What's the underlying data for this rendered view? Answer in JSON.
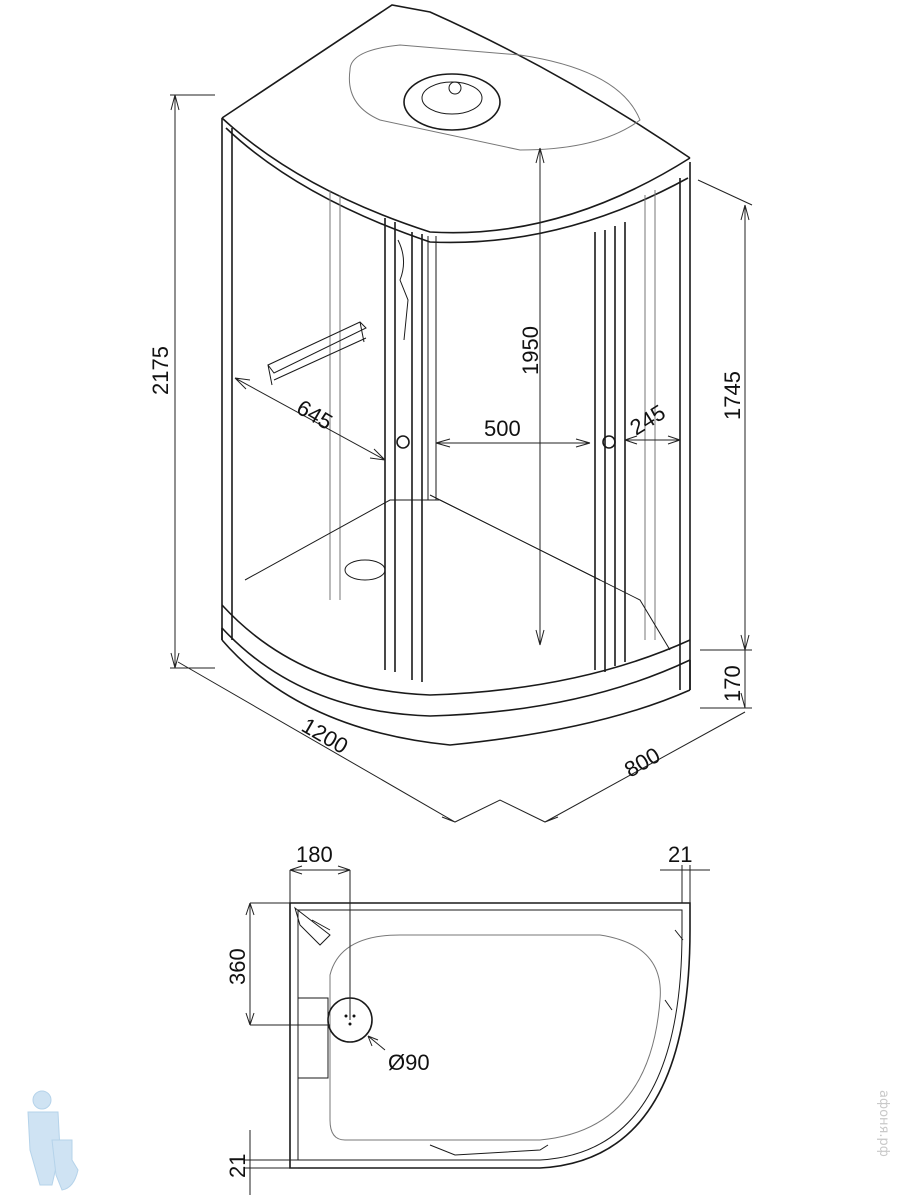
{
  "perspective_view": {
    "dim_total_height": "2175",
    "dim_door_width_left": "645",
    "dim_inner_height": "1950",
    "dim_door_opening": "500",
    "dim_door_width_right": "245",
    "dim_cabin_height": "1745",
    "dim_tray_height": "170",
    "dim_length": "1200",
    "dim_depth": "800"
  },
  "top_view": {
    "dim_drain_offset_x": "180",
    "dim_wall_thickness_top": "21",
    "dim_drain_offset_y": "360",
    "dim_drain_diameter": "Ø90",
    "dim_wall_thickness_bottom": "21"
  },
  "watermark": {
    "text": "афоня.рф",
    "mascot_icon": "plumber-mascot-icon"
  }
}
